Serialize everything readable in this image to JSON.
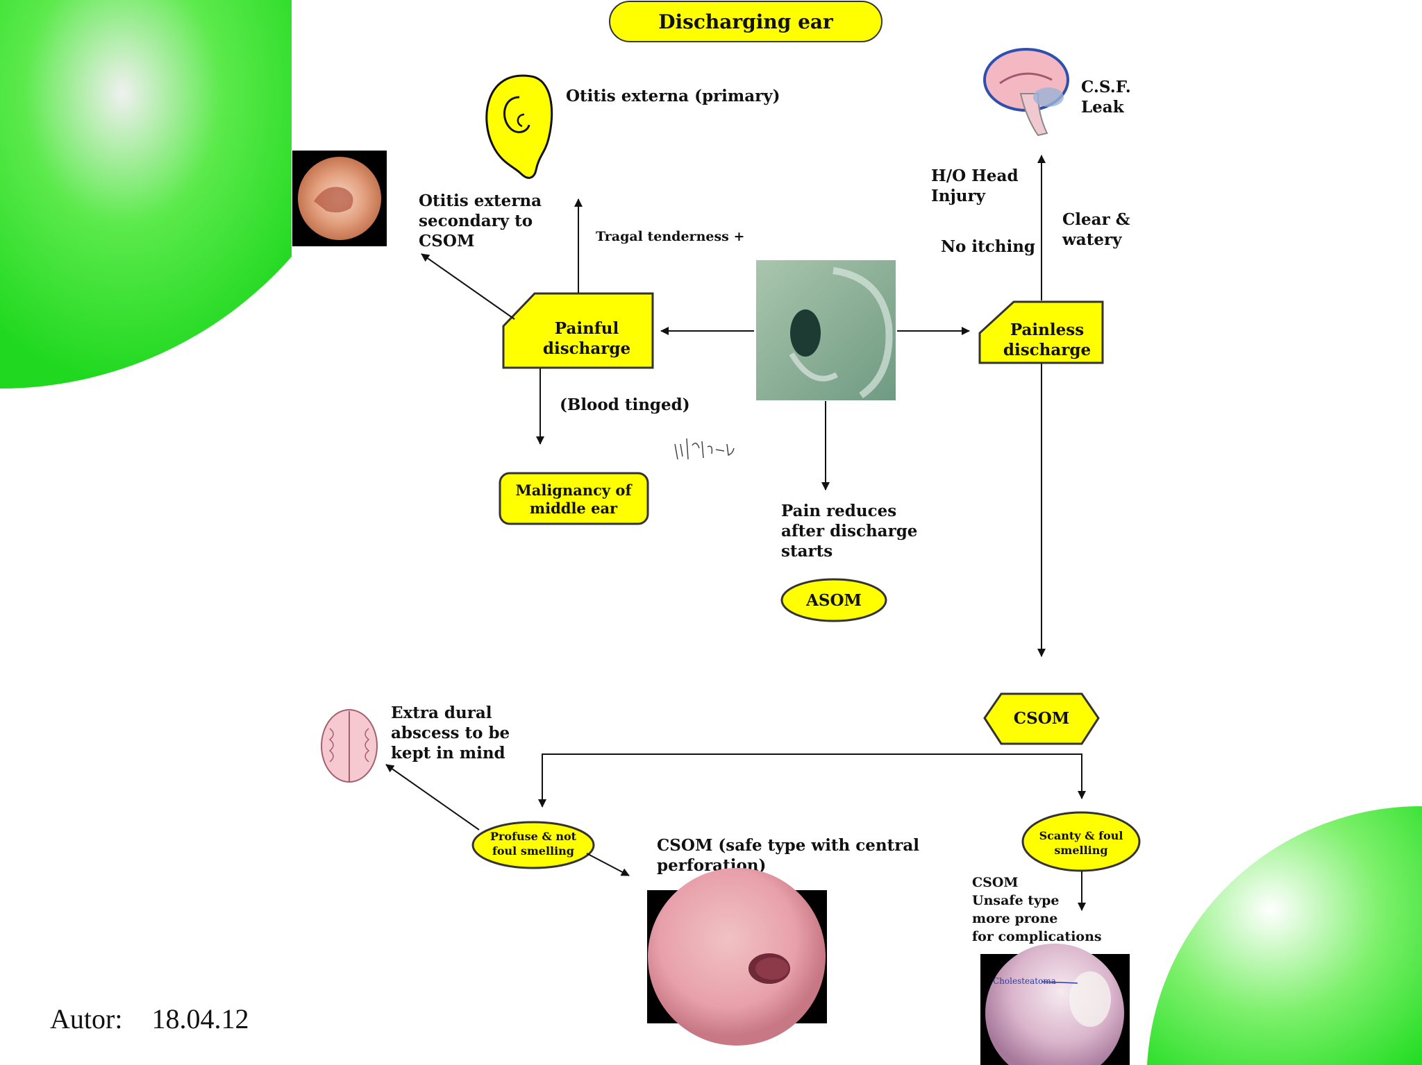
{
  "title": "Discharging ear",
  "nodes": {
    "otitis_primary": "Otitis externa (primary)",
    "otitis_secondary": [
      "Otitis externa",
      "secondary to",
      "CSOM"
    ],
    "tragal": "Tragal tenderness +",
    "painful": [
      "Painful",
      "discharge"
    ],
    "blood": "(Blood tinged)",
    "malignancy": [
      "Malignancy of",
      "middle ear"
    ],
    "pain_reduces": [
      "Pain reduces",
      "after discharge",
      "starts"
    ],
    "asom": "ASOM",
    "painless": [
      "Painless",
      "discharge"
    ],
    "csf": [
      "C.S.F.",
      "Leak"
    ],
    "head_injury": [
      "H/O Head",
      "Injury"
    ],
    "no_itching": "No itching",
    "clear_watery": [
      "Clear &",
      "watery"
    ],
    "csom": "CSOM",
    "extradural": [
      "Extra dural",
      "abscess to be",
      "kept in mind"
    ],
    "profuse": [
      "Profuse & not",
      "foul smelling"
    ],
    "csom_safe": [
      "CSOM (safe type with central",
      "perforation)"
    ],
    "scanty": [
      "Scanty & foul",
      "smelling"
    ],
    "csom_unsafe": [
      "CSOM",
      "Unsafe type",
      "more prone",
      "for complications"
    ],
    "cholesteatoma": "Cholesteatoma"
  },
  "footer": {
    "author_label": "Autor:",
    "date": "18.04.12"
  },
  "colors": {
    "box_fill": "#ffff00",
    "box_stroke": "#333333",
    "accent_green": "#22dd22",
    "arrow": "#111111"
  },
  "icons": [
    "ear-outline-icon",
    "brain-sagittal-icon",
    "brain-top-icon",
    "otoscope-image",
    "ear-photo"
  ]
}
